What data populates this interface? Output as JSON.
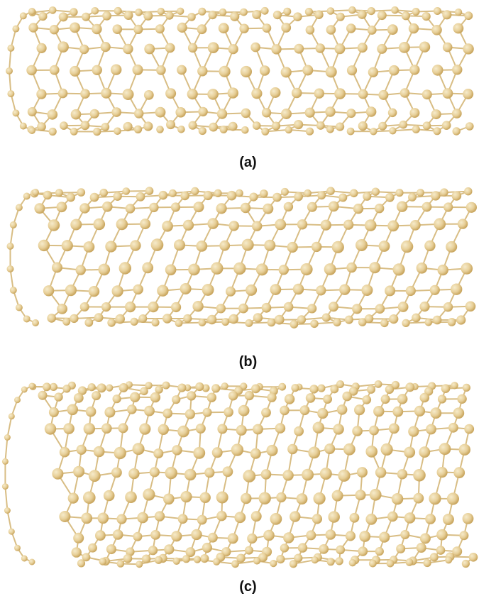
{
  "figure": {
    "panels": [
      {
        "id": "a",
        "label": "(a)",
        "lattice": "armchair"
      },
      {
        "id": "b",
        "label": "(b)",
        "lattice": "zigzag"
      },
      {
        "id": "c",
        "label": "(c)",
        "lattice": "chiral"
      }
    ],
    "colors": {
      "atom_fill": "#e7cf98",
      "atom_highlight": "#f6ebcb",
      "atom_shade": "#c9a65f",
      "bond": "#d8bd84"
    }
  }
}
